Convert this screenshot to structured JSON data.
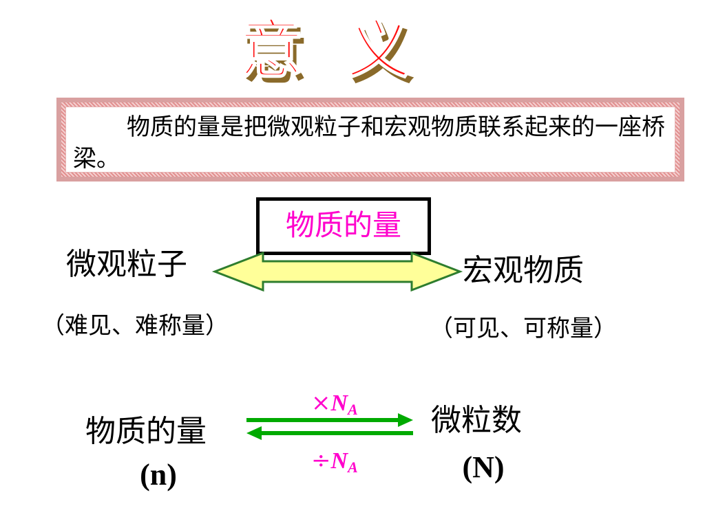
{
  "title": "意 义",
  "definition": "物质的量是把微观粒子和宏观物质联系起来的一座桥梁。",
  "bridge": {
    "center_label": "物质的量",
    "left_label": "微观粒子",
    "left_note": "（难见、难称量）",
    "right_label": "宏观物质",
    "right_note": "（可见、可称量）"
  },
  "conversion": {
    "left_label": "物质的量",
    "left_symbol": "(n)",
    "right_label": "微粒数",
    "right_symbol": "(N)",
    "multiply_op": "×",
    "divide_op": "÷",
    "constant": "N",
    "constant_sub": "A"
  },
  "colors": {
    "title": "#ff1010",
    "title_shadow": "#8a6a2a",
    "accent_magenta": "#ff00cc",
    "arrow_fill": "#ffff99",
    "arrow_stroke": "#2e7d2e",
    "conversion_arrow": "#00aa00"
  }
}
